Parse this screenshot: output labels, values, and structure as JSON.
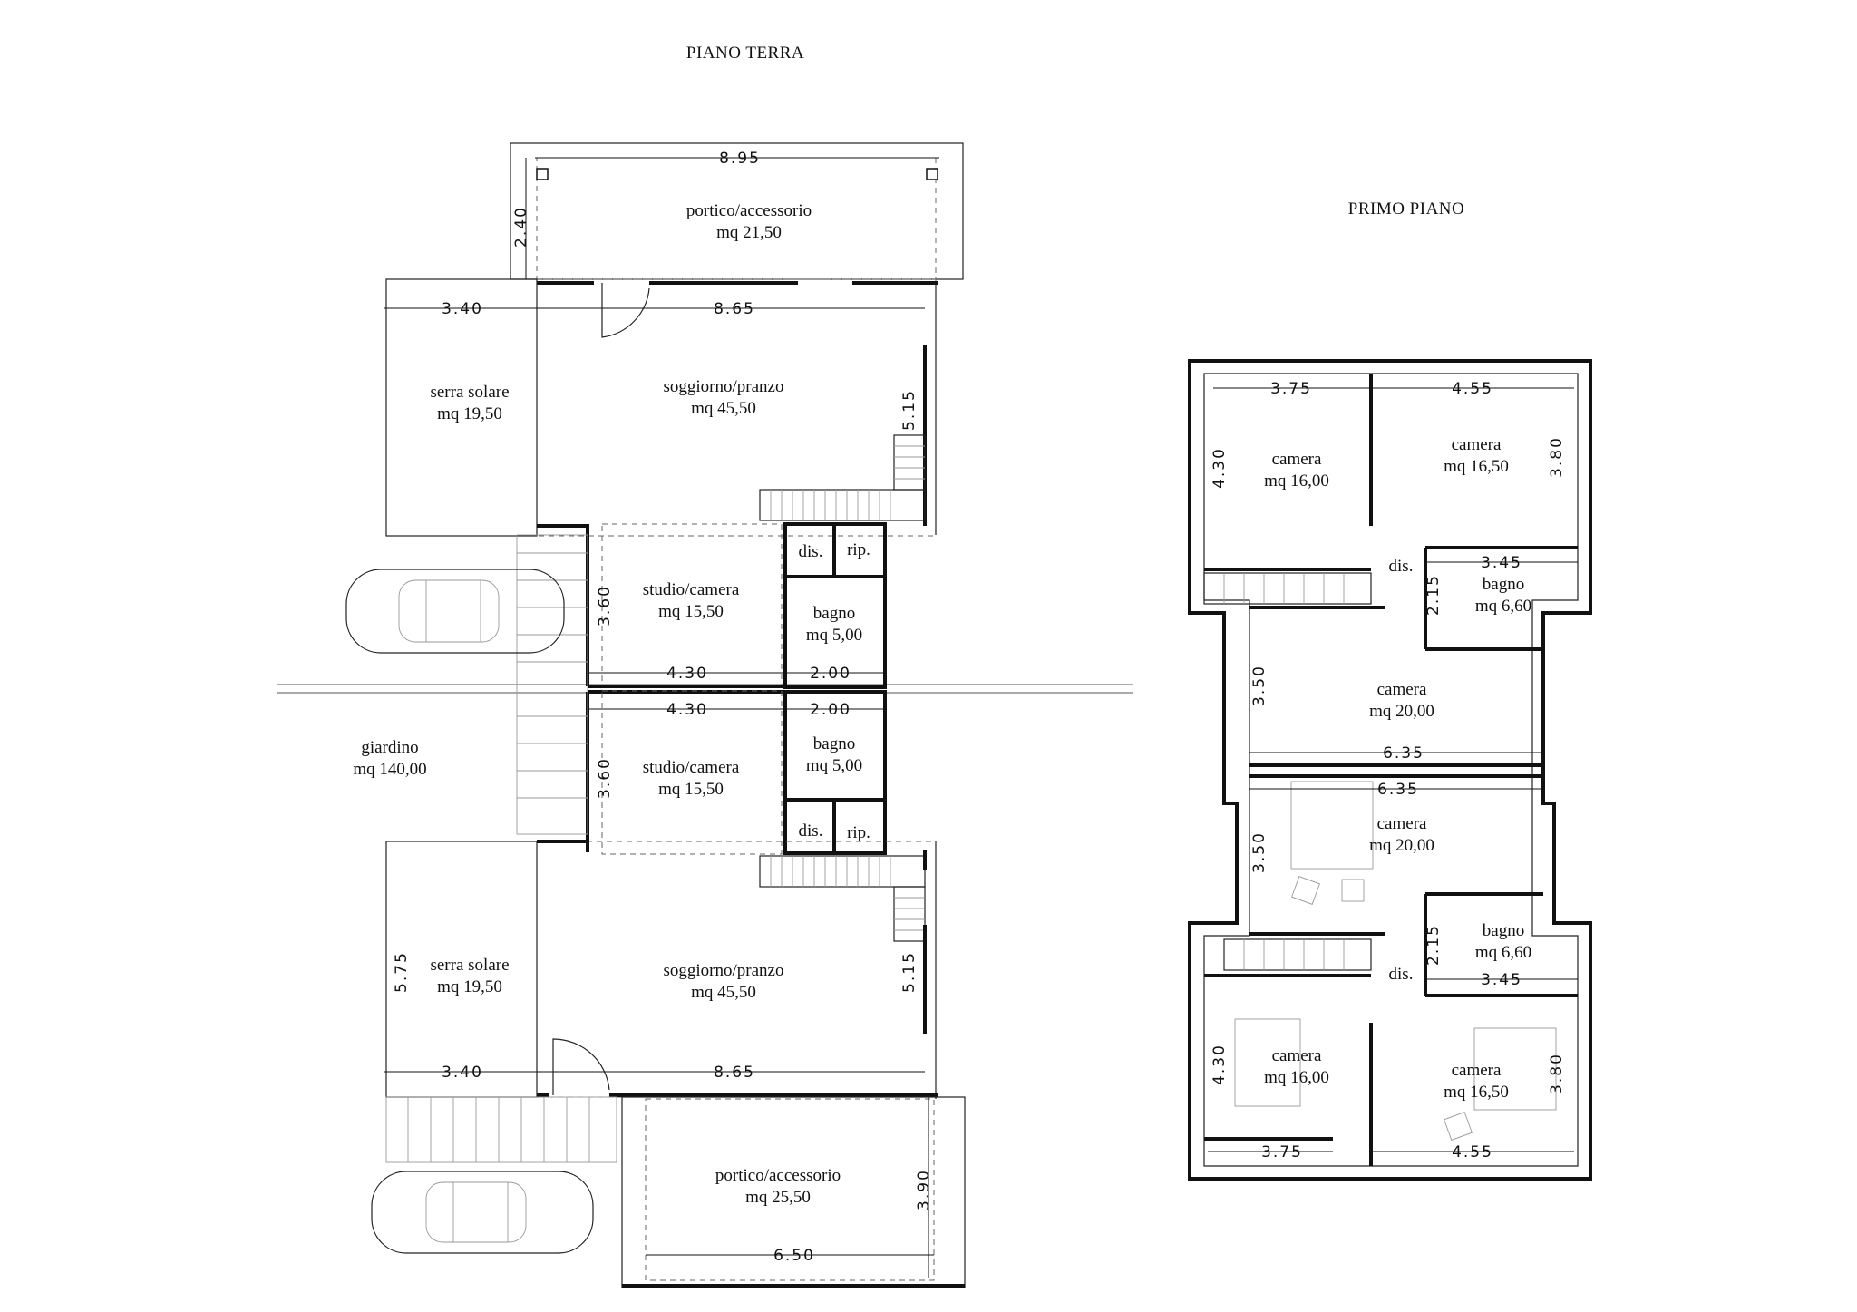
{
  "ground_floor": {
    "title": "PIANO TERRA",
    "rooms": {
      "portico_top_name": "portico/accessorio",
      "portico_top_area": "mq 21,50",
      "serra_top_name": "serra solare",
      "serra_top_area": "mq 19,50",
      "soggiorno_top_name": "soggiorno/pranzo",
      "soggiorno_top_area": "mq 45,50",
      "studio_top_name": "studio/camera",
      "studio_top_area": "mq 15,50",
      "bagno_top_name": "bagno",
      "bagno_top_area": "mq 5,00",
      "dis_top": "dis.",
      "rip_top": "rip.",
      "giardino_name": "giardino",
      "giardino_area": "mq 140,00",
      "studio_bot_name": "studio/camera",
      "studio_bot_area": "mq 15,50",
      "bagno_bot_name": "bagno",
      "bagno_bot_area": "mq 5,00",
      "dis_bot": "dis.",
      "rip_bot": "rip.",
      "serra_bot_name": "serra solare",
      "serra_bot_area": "mq 19,50",
      "soggiorno_bot_name": "soggiorno/pranzo",
      "soggiorno_bot_area": "mq 45,50",
      "portico_bot_name": "portico/accessorio",
      "portico_bot_area": "mq 25,50"
    },
    "dims": {
      "d_895": "8.95",
      "d_240": "2.40",
      "d_340_top": "3.40",
      "d_865_top": "8.65",
      "d_515_top": "5.15",
      "d_360_top": "3.60",
      "d_430_top": "4.30",
      "d_200_top": "2.00",
      "d_430_bot": "4.30",
      "d_200_bot": "2.00",
      "d_360_bot": "3.60",
      "d_575": "5.75",
      "d_515_bot": "5.15",
      "d_340_bot": "3.40",
      "d_865_bot": "8.65",
      "d_390": "3.90",
      "d_650": "6.50"
    }
  },
  "first_floor": {
    "title": "PRIMO PIANO",
    "rooms": {
      "cam1_name": "camera",
      "cam1_area": "mq 16,00",
      "cam2_name": "camera",
      "cam2_area": "mq 16,50",
      "dis1": "dis.",
      "bagno1_name": "bagno",
      "bagno1_area": "mq 6,60",
      "cam3_name": "camera",
      "cam3_area": "mq 20,00",
      "cam4_name": "camera",
      "cam4_area": "mq 20,00",
      "bagno2_name": "bagno",
      "bagno2_area": "mq 6,60",
      "dis2": "dis.",
      "cam5_name": "camera",
      "cam5_area": "mq 16,00",
      "cam6_name": "camera",
      "cam6_area": "mq 16,50"
    },
    "dims": {
      "f_375_top": "3.75",
      "f_455_top": "4.55",
      "f_430_top": "4.30",
      "f_380_top": "3.80",
      "f_345_top": "3.45",
      "f_215_top": "2.15",
      "f_350_top": "3.50",
      "f_635_top": "6.35",
      "f_635_bot": "6.35",
      "f_350_bot": "3.50",
      "f_215_bot": "2.15",
      "f_345_bot": "3.45",
      "f_430_bot": "4.30",
      "f_380_bot": "3.80",
      "f_375_bot": "3.75",
      "f_455_bot": "4.55"
    }
  }
}
